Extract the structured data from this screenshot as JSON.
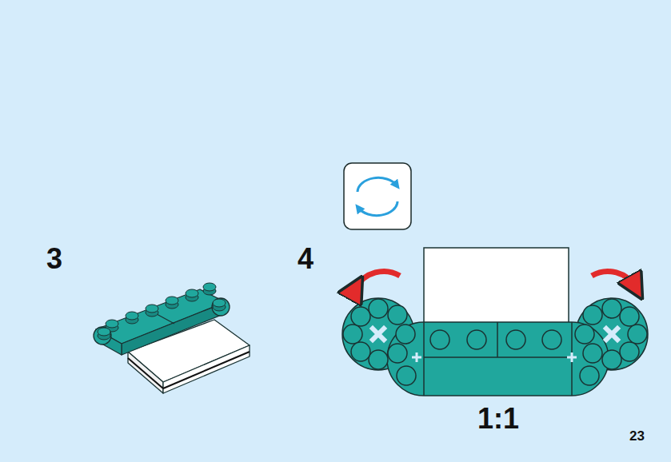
{
  "diagram": {
    "labels": [
      "3",
      "4",
      "1:1",
      "23"
    ]
  }
}
